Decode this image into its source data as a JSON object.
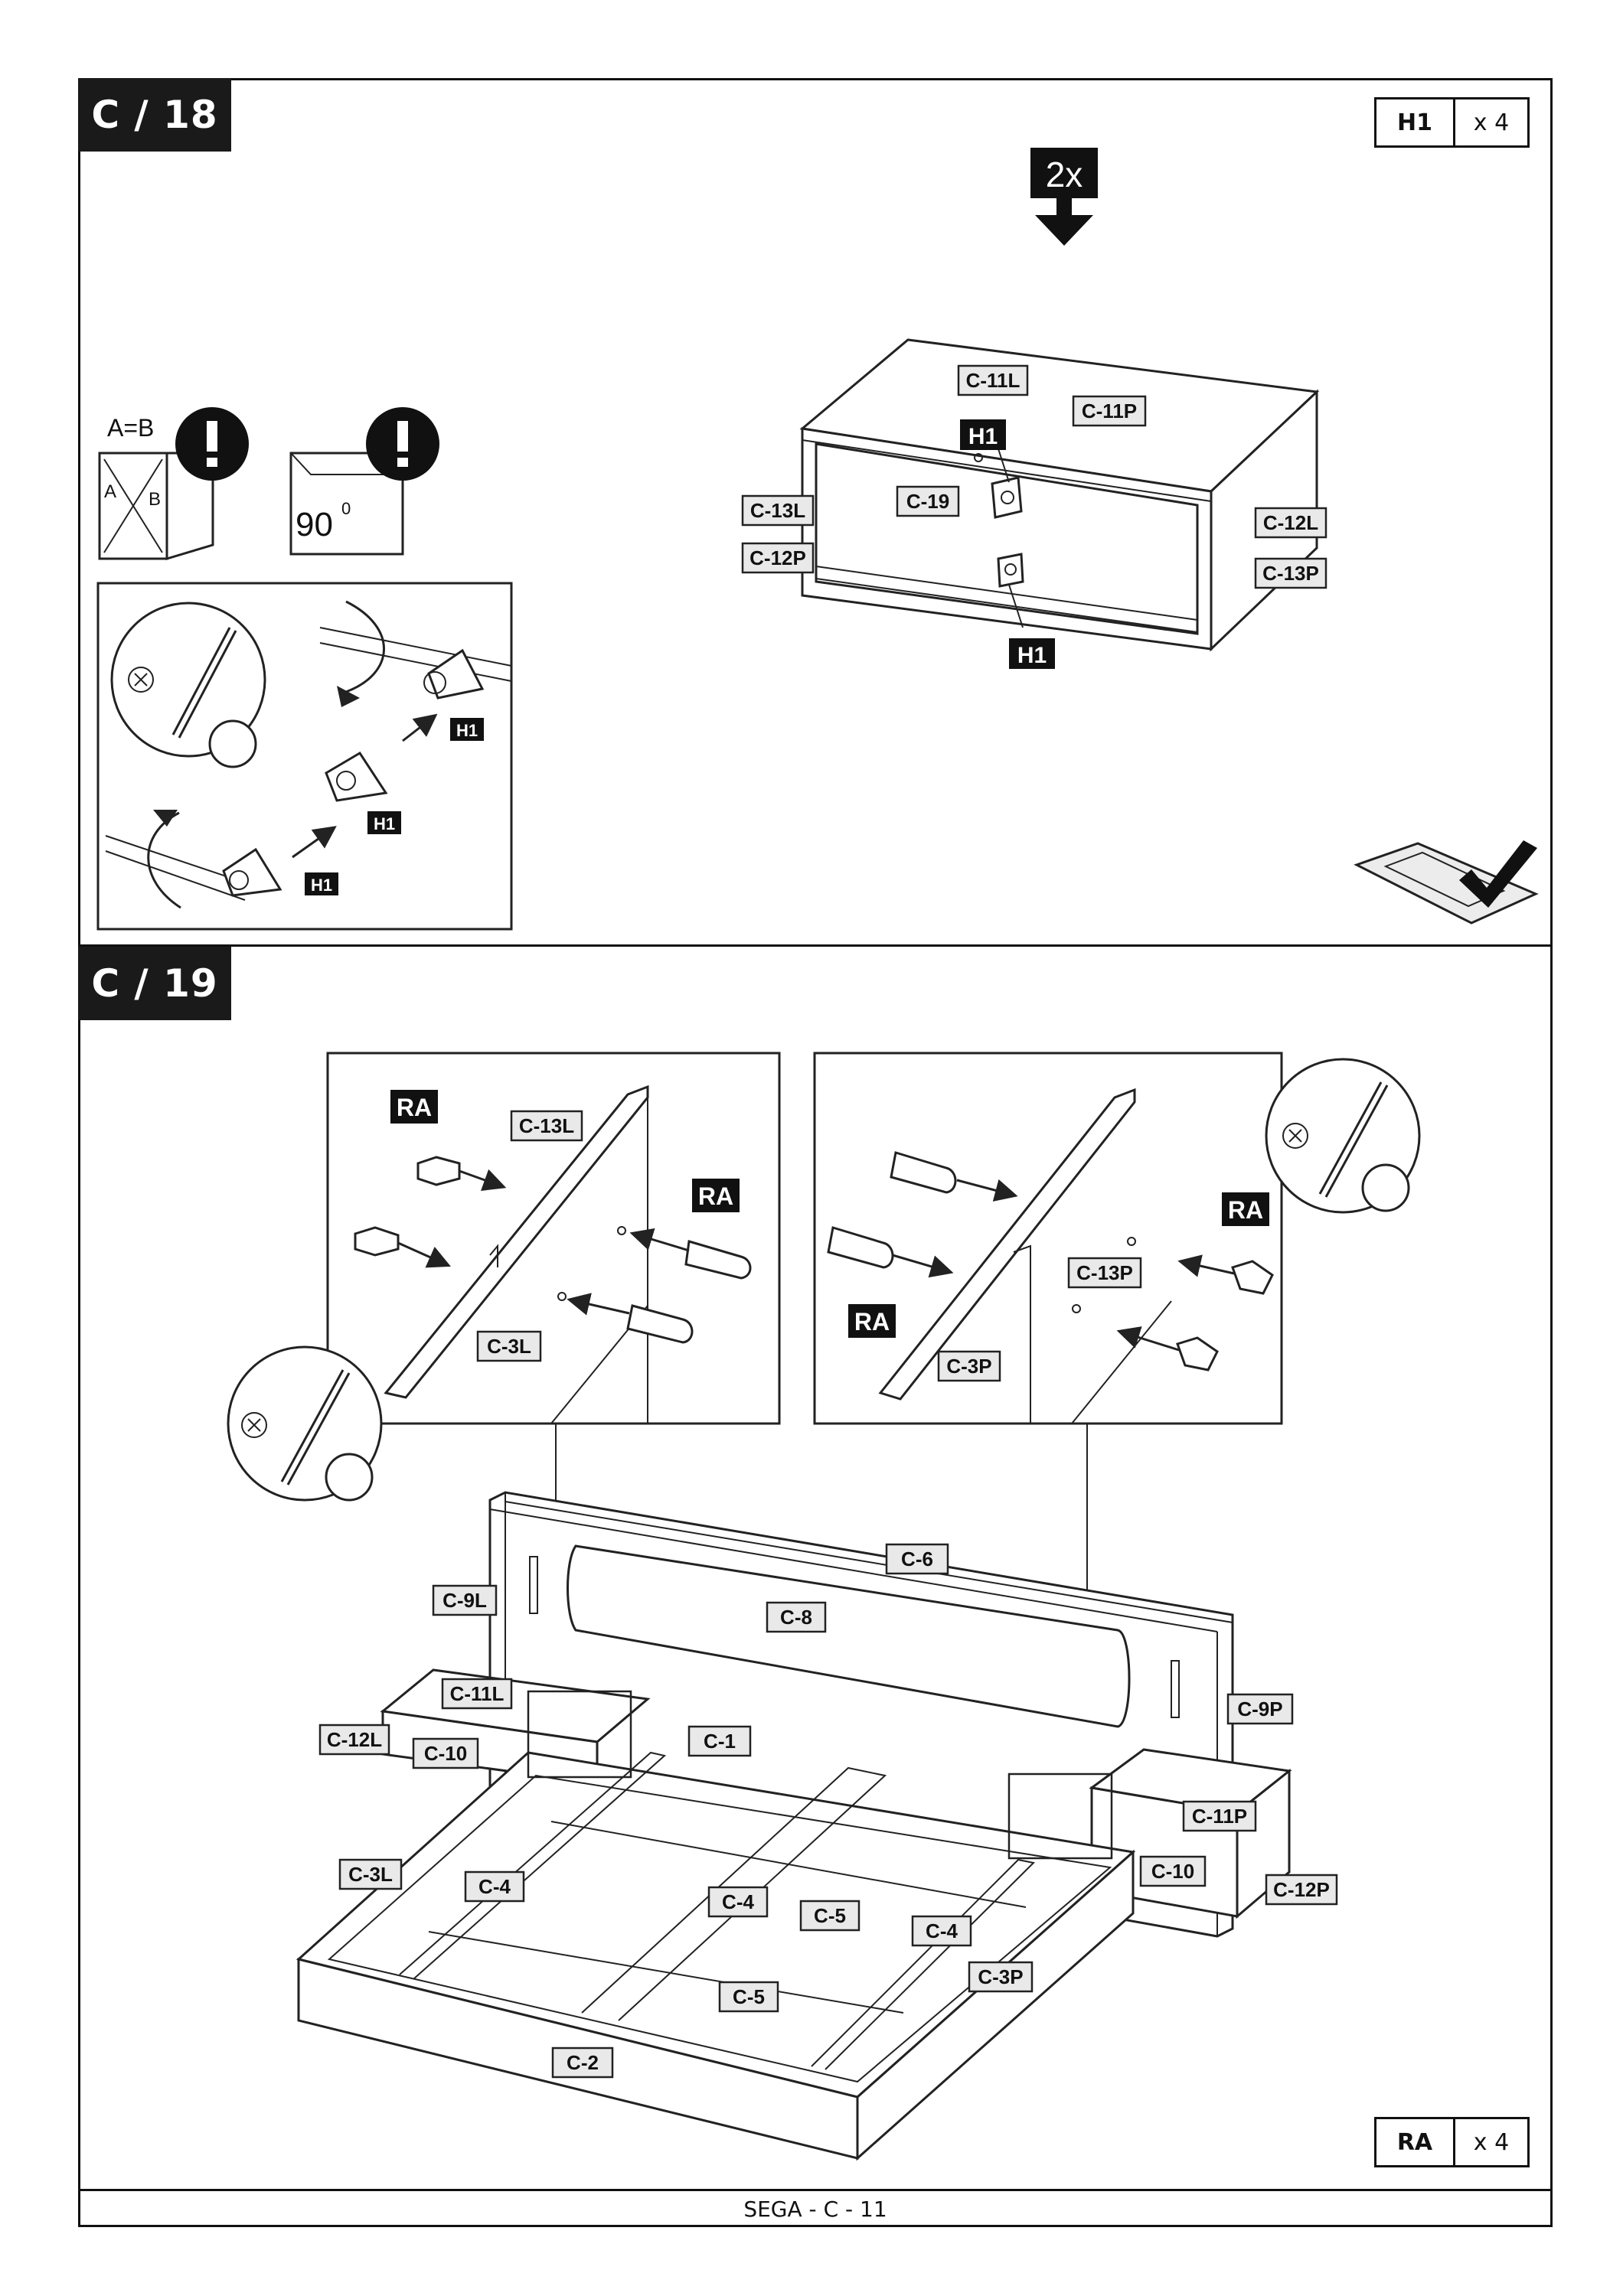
{
  "step18": {
    "title": "C / 18",
    "hardware": {
      "code": "H1",
      "qty": "x 4"
    },
    "repeat": "2x",
    "labels": {
      "c11l": "C-11L",
      "c11p": "C-11P",
      "h1": "H1",
      "c19": "C-19",
      "c13l": "C-13L",
      "c12p": "C-12P",
      "c12l": "C-12L",
      "c13p": "C-13P"
    },
    "notes": {
      "ab": "A=B",
      "a": "A",
      "b": "B",
      "angle": "90",
      "deg": "0"
    }
  },
  "step19": {
    "title": "C / 19",
    "hardware": {
      "code": "RA",
      "qty": "x 4"
    },
    "labels": {
      "ra": "RA",
      "c13l": "C-13L",
      "c3l": "C-3L",
      "c13p": "C-13P",
      "c3p": "C-3P",
      "c6": "C-6",
      "c9l": "C-9L",
      "c8": "C-8",
      "c11l": "C-11L",
      "c12l": "C-12L",
      "c10": "C-10",
      "c1": "C-1",
      "c9p": "C-9P",
      "c11p": "C-11P",
      "c4": "C-4",
      "c5": "C-5",
      "c12p": "C-12P",
      "c3pb": "C-3P",
      "c2": "C-2"
    }
  },
  "footer": "SEGA - C - 11"
}
